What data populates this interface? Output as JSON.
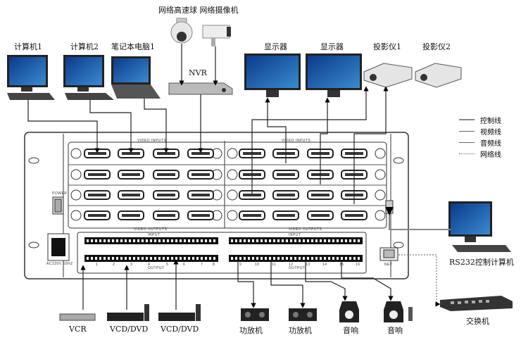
{
  "devices_top": {
    "computer1": "计算机1",
    "computer2": "计算机2",
    "laptop1": "笔记本电脑1",
    "cameras": "网络高速球 网络摄像机",
    "nvr": "NVR",
    "monitor1": "显示器",
    "monitor2": "显示器",
    "projector1": "投影仪1",
    "projector2": "投影仪2"
  },
  "devices_bottom": {
    "vcr": "VCR",
    "dvd1": "VCD/DVD",
    "dvd2": "VCD/DVD",
    "amp1": "功放机",
    "amp2": "功放机",
    "speaker1": "音响",
    "speaker2": "音响"
  },
  "devices_right": {
    "rs232_pc": "RS232控制计算机",
    "switch": "交换机"
  },
  "legend": [
    {
      "label": "控制线",
      "style": "solid",
      "color": "#888888"
    },
    {
      "label": "视频线",
      "style": "solid",
      "color": "#555555"
    },
    {
      "label": "音频线",
      "style": "solid",
      "color": "#555555"
    },
    {
      "label": "网络线",
      "style": "dotted",
      "color": "#888888"
    }
  ],
  "panel": {
    "video_inputs": "VIDEO INPUTS",
    "video_outputs": "VIDEO OUTPUTS",
    "power": "POWER",
    "input": "INPUT",
    "output": "OUTPUT",
    "ac": "AC220V 50HZ",
    "net": "NET",
    "audio_channels_left": [
      "1",
      "2",
      "3",
      "4",
      "5",
      "6",
      "7",
      "8"
    ],
    "audio_channels_right": [
      "9",
      "10",
      "11",
      "12",
      "13",
      "14",
      "15",
      "16"
    ]
  }
}
